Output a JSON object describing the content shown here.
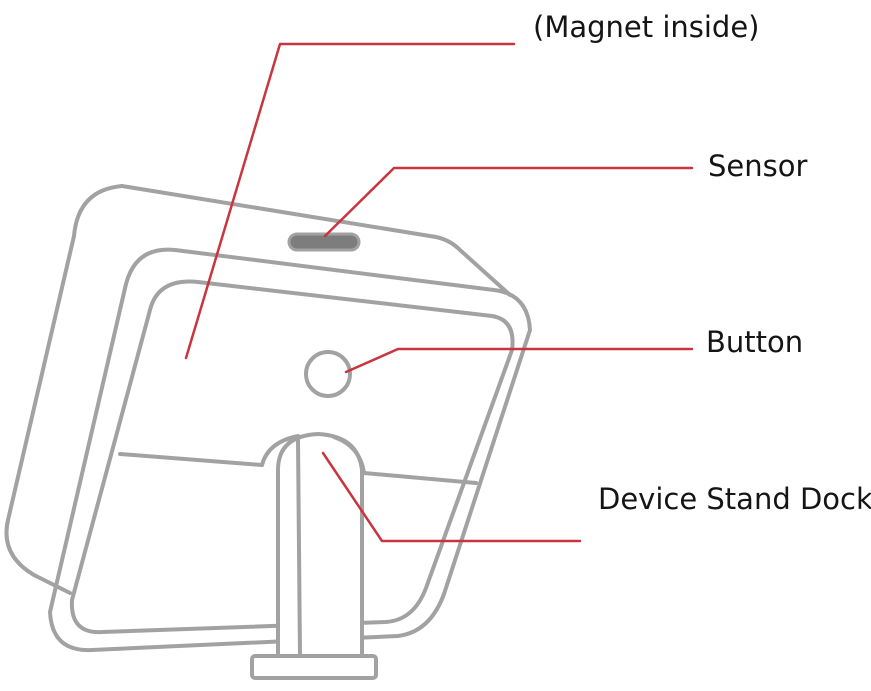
{
  "callouts": {
    "magnet": "(Magnet inside)",
    "sensor": "Sensor",
    "button": "Button",
    "dock": "Device Stand Dock"
  },
  "colors": {
    "leader_line": "#c9353f",
    "device_outline": "#a2a2a2",
    "sensor_slot": "#7d7d7d",
    "text": "#151515"
  }
}
